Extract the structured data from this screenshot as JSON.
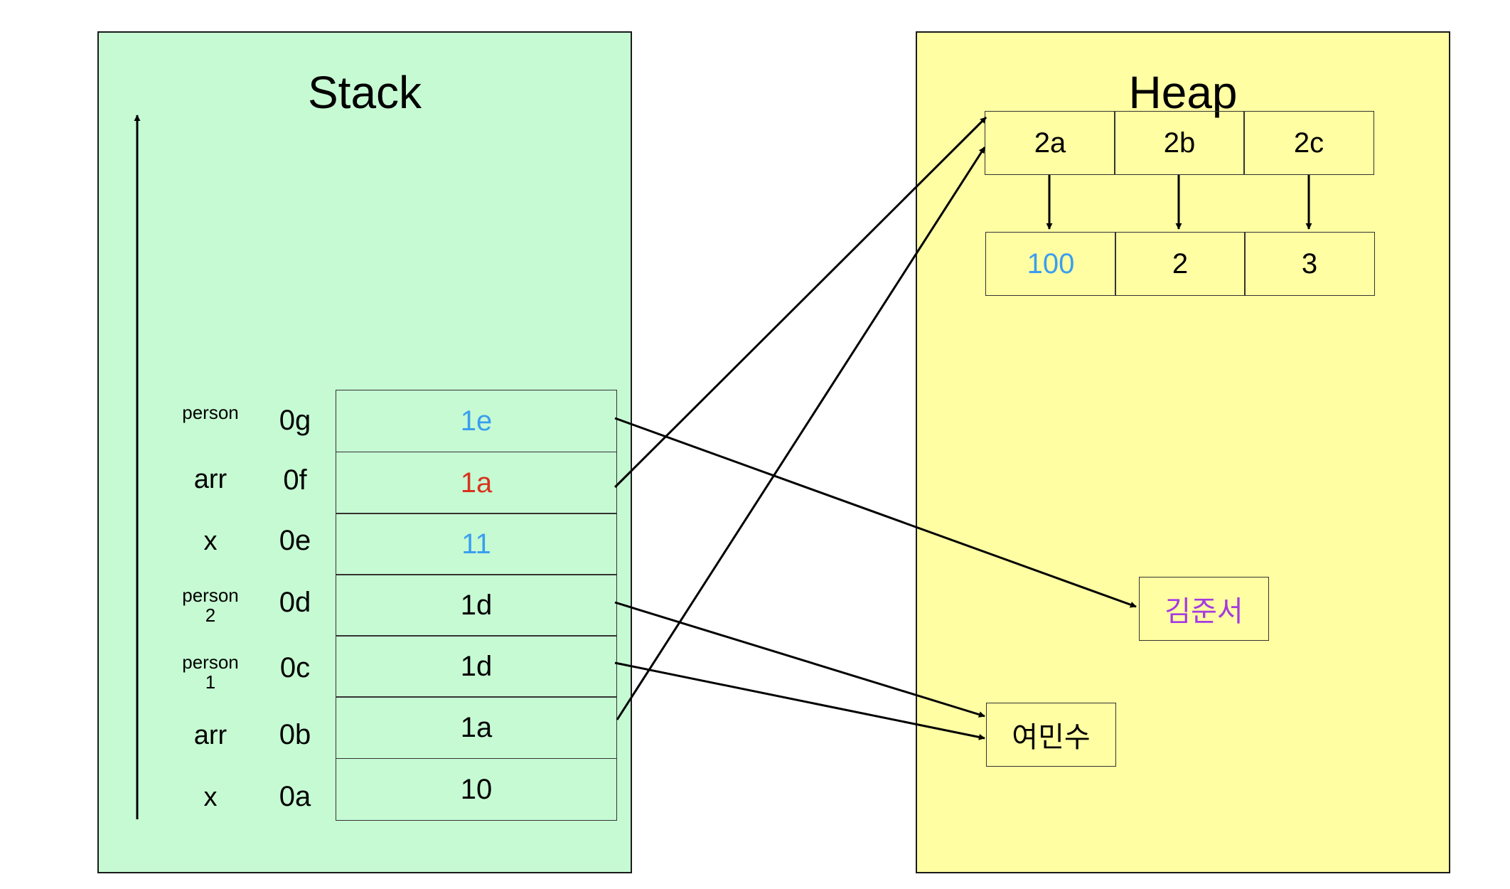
{
  "stack": {
    "title": "Stack",
    "rows": [
      {
        "name": "person",
        "address": "0g",
        "value": "1e",
        "color": "#3a9ef0"
      },
      {
        "name": "arr",
        "address": "0f",
        "value": "1a",
        "color": "#d8321e"
      },
      {
        "name": "x",
        "address": "0e",
        "value": "11",
        "color": "#3a9ef0"
      },
      {
        "name": "person\n2",
        "address": "0d",
        "value": "1d",
        "color": "#000000"
      },
      {
        "name": "person\n1",
        "address": "0c",
        "value": "1d",
        "color": "#000000"
      },
      {
        "name": "arr",
        "address": "0b",
        "value": "1a",
        "color": "#000000"
      },
      {
        "name": "x",
        "address": "0a",
        "value": "10",
        "color": "#000000"
      }
    ]
  },
  "heap": {
    "title": "Heap",
    "array_addresses": [
      "2a",
      "2b",
      "2c"
    ],
    "array_values": [
      {
        "value": "100",
        "color": "#3a9ef0"
      },
      {
        "value": "2",
        "color": "#000000"
      },
      {
        "value": "3",
        "color": "#000000"
      }
    ],
    "string_a": {
      "value": "김준서",
      "color": "#a43be0"
    },
    "string_b": {
      "value": "여민수",
      "color": "#000000"
    }
  },
  "colors": {
    "stack_bg": "#c6fad3",
    "heap_bg": "#fffea3",
    "border": "#1a1a1a"
  }
}
